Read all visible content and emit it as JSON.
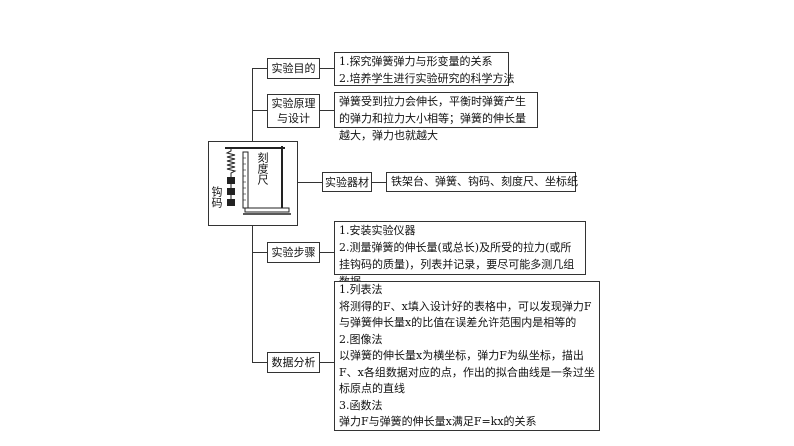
{
  "branches": {
    "purpose": {
      "label": "实验目的",
      "items": [
        "1.探究弹簧弹力与形变量的关系",
        "2.培养学生进行实验研究的科学方法"
      ]
    },
    "principle": {
      "label_line1": "实验原理",
      "label_line2": "与设计",
      "text": "弹簧受到拉力会伸长，平衡时弹簧产生的弹力和拉力大小相等；弹簧的伸长量越大，弹力也就越大"
    },
    "equipment": {
      "label": "实验器材",
      "text": "铁架台、弹簧、钩码、刻度尺、坐标纸"
    },
    "steps": {
      "label": "实验步骤",
      "items": [
        "1.安装实验仪器",
        "2.测量弹簧的伸长量(或总长)及所受的拉力(或所挂钩码的质量)，列表并记录，要尽可能多测几组数据"
      ]
    },
    "analysis": {
      "label": "数据分析",
      "method1_title": "1.列表法",
      "method1_text": "将测得的F、x填入设计好的表格中，可以发现弹力F与弹簧伸长量x的比值在误差允许范围内是相等的",
      "method2_title": "2.图像法",
      "method2_text": "以弹簧的伸长量x为横坐标，弹力F为纵坐标，描出F、x各组数据对应的点，作出的拟合曲线是一条过坐标原点的直线",
      "method3_title": "3.函数法",
      "method3_text": "弹力F与弹簧的伸长量x满足F=kx的关系"
    }
  },
  "apparatus": {
    "ruler_label": "刻度尺",
    "weights_label": "钩码"
  }
}
